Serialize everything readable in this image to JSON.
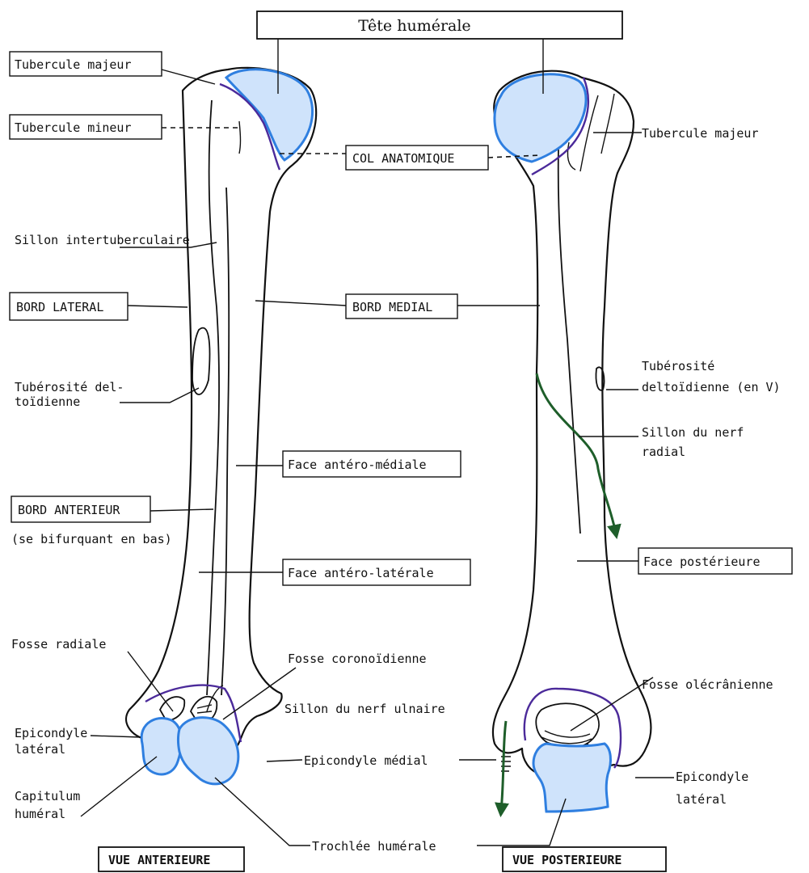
{
  "labels": {
    "tete_humerale": "Tête humérale",
    "tubercule_majeur_ant": "Tubercule majeur",
    "tubercule_mineur": "Tubercule mineur",
    "col_anatomique": "COL  ANATOMIQUE",
    "tubercule_majeur_post": "Tubercule majeur",
    "sillon_intertuberculaire": "Sillon intertuberculaire",
    "bord_lateral": "BORD LATERAL",
    "bord_medial": "BORD MEDIAL",
    "tuberosite_deltoidienne_ant_1": "Tubérosité  del-",
    "tuberosite_deltoidienne_ant_2": "toïdienne",
    "tuberosite_deltoidienne_post_1": "Tubérosité",
    "tuberosite_deltoidienne_post_2": "deltoïdienne (en V)",
    "sillon_nerf_radial_1": "Sillon du nerf",
    "sillon_nerf_radial_2": "radial",
    "face_antero_mediale": "Face antéro-médiale",
    "bord_anterieur": "BORD ANTERIEUR",
    "bord_anterieur_note": "(se bifurquant en bas)",
    "face_posterieure": "Face postérieure",
    "face_antero_laterale": "Face antéro-latérale",
    "fosse_radiale": "Fosse radiale",
    "fosse_coronoidienne": "Fosse coronoïdienne",
    "fosse_olecranienne": "Fosse olécrânienne",
    "sillon_nerf_ulnaire": "Sillon du nerf ulnaire",
    "epicondyle_lateral_ant_1": "Epicondyle",
    "epicondyle_lateral_ant_2": "latéral",
    "epicondyle_medial": "Epicondyle médial",
    "epicondyle_lateral_post_1": "Epicondyle",
    "epicondyle_lateral_post_2": "latéral",
    "capitulum_1": "Capitulum",
    "capitulum_2": "huméral",
    "trochlee_humerale": "Trochlée humérale",
    "vue_anterieure": "VUE  ANTERIEURE",
    "vue_posterieure": "VUE  POSTERIEURE"
  },
  "colors": {
    "cartilage_fill": "#cfe3fb",
    "cartilage_outline": "#2f7fe0",
    "anatomical_neck": "#4b2a9a",
    "radial_nerve_path": "#1e5e2a"
  },
  "icons": {
    "radial_nerve": "green-arrow",
    "ulnar_nerve": "green-arrow"
  }
}
